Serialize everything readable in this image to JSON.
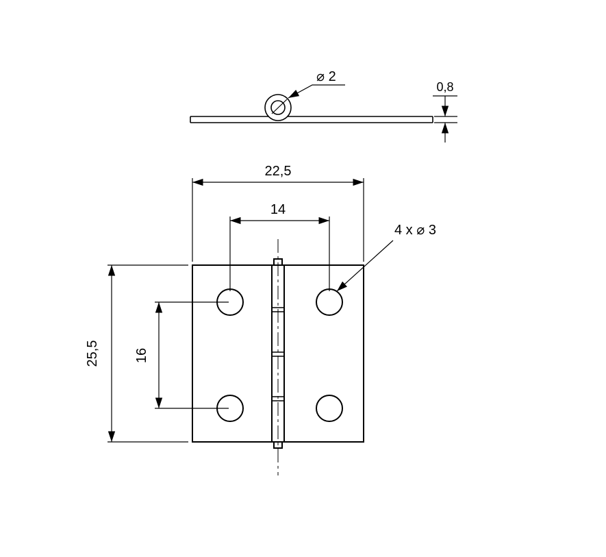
{
  "drawing": {
    "type": "technical-drawing",
    "subject": "hinge",
    "line_color": "#000000",
    "background_color": "#ffffff"
  },
  "dimensions": {
    "pin_diameter": "⌀ 2",
    "thickness": "0,8",
    "overall_width": "22,5",
    "hole_pitch_horizontal": "14",
    "hole_callout": "4 x ⌀ 3",
    "overall_height": "25,5",
    "hole_pitch_vertical": "16"
  }
}
